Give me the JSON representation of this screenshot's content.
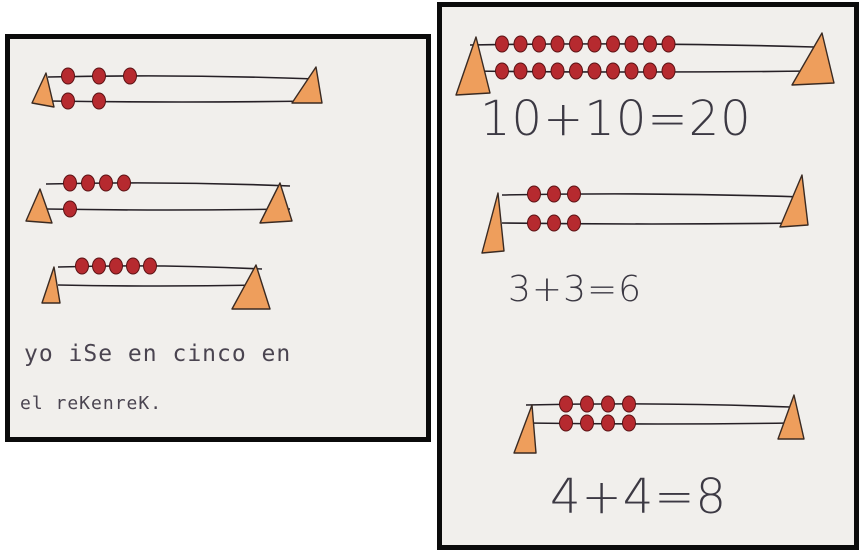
{
  "colors": {
    "cone_fill": "#ee9e5c",
    "cone_stroke": "#3a2a22",
    "bead_fill": "#b62a2f",
    "bead_stroke": "#5a1214",
    "wire": "#262026"
  },
  "left_panel": {
    "rekenreks": [
      {
        "top_beads": 3,
        "bottom_beads": 2
      },
      {
        "top_beads": 4,
        "bottom_beads": 1
      },
      {
        "top_beads": 5,
        "bottom_beads": 0
      }
    ],
    "sentence_line1": "yo  iSe  en cinco en",
    "sentence_line2": "el reKenreK."
  },
  "right_panel": {
    "rekenreks": [
      {
        "top_beads": 10,
        "bottom_beads": 10,
        "equation": "10+10=20"
      },
      {
        "top_beads": 3,
        "bottom_beads": 3,
        "equation": "3+3=6"
      },
      {
        "top_beads": 4,
        "bottom_beads": 4,
        "equation": "4+4=8"
      }
    ]
  }
}
